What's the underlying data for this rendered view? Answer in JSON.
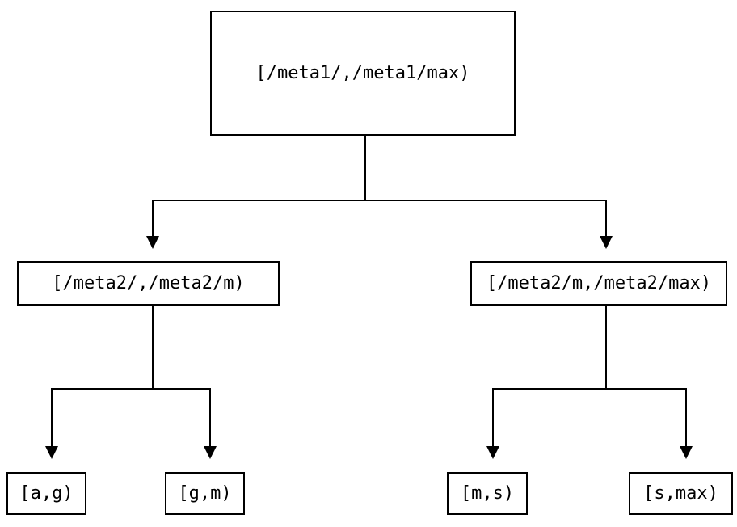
{
  "diagram": {
    "type": "tree",
    "nodes": {
      "root": {
        "label": "[/meta1/,/meta1/max)"
      },
      "left_child": {
        "label": "[/meta2/,/meta2/m)"
      },
      "right_child": {
        "label": "[/meta2/m,/meta2/max)"
      },
      "leaf_ag": {
        "label": "[a,g)"
      },
      "leaf_gm": {
        "label": "[g,m)"
      },
      "leaf_ms": {
        "label": "[m,s)"
      },
      "leaf_smax": {
        "label": "[s,max)"
      }
    },
    "edges": [
      {
        "from": "root",
        "to": "left_child"
      },
      {
        "from": "root",
        "to": "right_child"
      },
      {
        "from": "left_child",
        "to": "leaf_ag"
      },
      {
        "from": "left_child",
        "to": "leaf_gm"
      },
      {
        "from": "right_child",
        "to": "leaf_ms"
      },
      {
        "from": "right_child",
        "to": "leaf_smax"
      }
    ],
    "colors": {
      "line": "#000000",
      "text": "#000000",
      "background": "#ffffff"
    }
  }
}
